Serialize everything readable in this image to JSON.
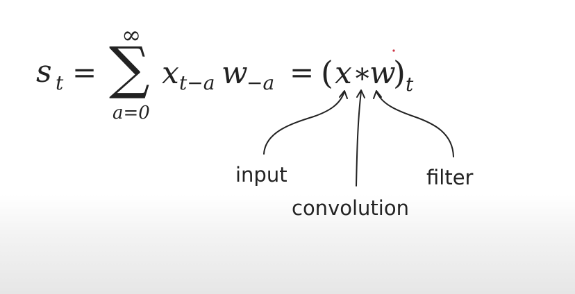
{
  "formula": {
    "lhs_var": "s",
    "lhs_sub": "t",
    "eq1": "=",
    "sum_symbol": "∑",
    "sum_upper": "∞",
    "sum_lower": "a=0",
    "x_var": "x",
    "x_sub": "t−a",
    "w_var": "w",
    "w_sub": "−a",
    "eq2": "=",
    "lparen": "(",
    "conv_x": "x",
    "conv_star": "∗",
    "conv_w": "w",
    "rparen": ")",
    "result_sub": "t"
  },
  "labels": {
    "input": "input",
    "convolution": "convolution",
    "filter": "filter"
  },
  "colors": {
    "text": "#222222",
    "dot": "#cc3344"
  }
}
